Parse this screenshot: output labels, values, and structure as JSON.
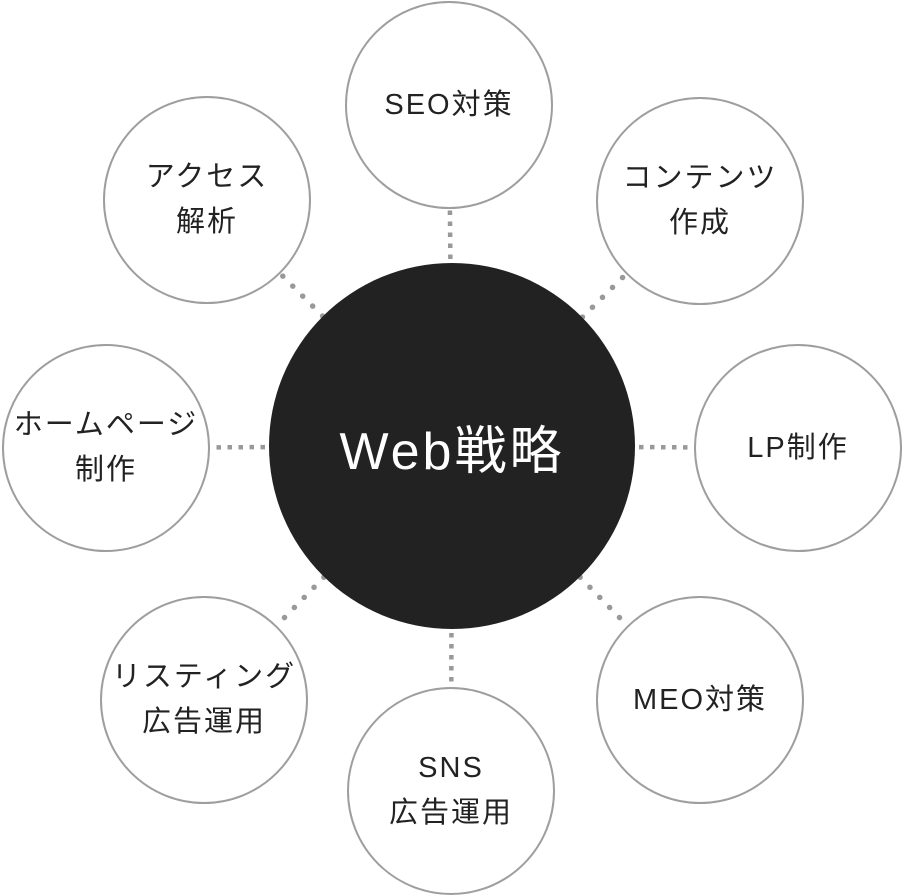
{
  "diagram": {
    "center": {
      "label": "Web戦略"
    },
    "satellites": [
      {
        "name": "seo",
        "label": "SEO対策"
      },
      {
        "name": "content-creation",
        "label": "コンテンツ\n作成"
      },
      {
        "name": "lp-production",
        "label": "LP制作"
      },
      {
        "name": "meo",
        "label": "MEO対策"
      },
      {
        "name": "sns-ad-operation",
        "label": "SNS\n広告運用"
      },
      {
        "name": "listing-ad-operation",
        "label": "リスティング\n広告運用"
      },
      {
        "name": "homepage-production",
        "label": "ホームページ\n制作"
      },
      {
        "name": "access-analysis",
        "label": "アクセス\n解析"
      }
    ],
    "colors": {
      "background": "#ffffff",
      "center_bg": "#222222",
      "center_text": "#ffffff",
      "satellite_bg": "#ffffff",
      "satellite_border": "#9e9e9e",
      "satellite_text": "#222222",
      "connector_dots": "#999999"
    }
  }
}
